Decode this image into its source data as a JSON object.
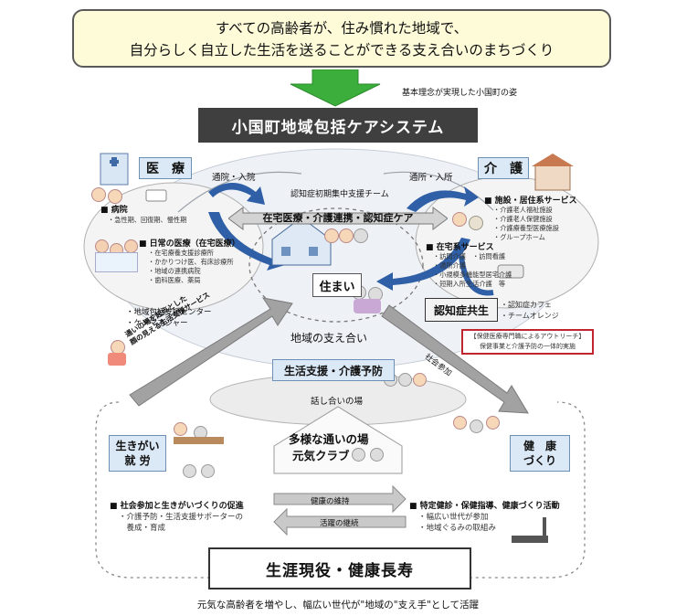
{
  "banner": {
    "line1": "すべての高齢者が、住み慣れた地域で、",
    "line2": "自分らしく自立した生活を送ることができる支え合いのまちづくり"
  },
  "basic_idea": "基本理念が実現した小国町の姿",
  "system_title": "小国町地域包括ケアシステム",
  "medical": {
    "label": "医　療",
    "hospital_heading": "■ 病院",
    "hospital_items": "・急性期、回復期、慢性期",
    "daily_heading": "■ 日常の医療（在宅医療）",
    "daily_items": [
      "・在宅療養支援診療所",
      "・かかりつけ医、有床診療所",
      "・地域の連携病院",
      "・歯科医療、薬局"
    ]
  },
  "care": {
    "label": "介　護",
    "facility_heading": "■ 施設・居住系サービス",
    "facility_items": [
      "・介護老人福祉施設",
      "・介護老人保健施設",
      "・介護療養型医療施設",
      "・グループホーム"
    ],
    "home_heading": "■ 在宅系サービス",
    "home_items": [
      "・訪問介護　・訪問看護",
      "・通所介護",
      "・小規模多機能型居宅介護",
      "・短期入所生活介護　等"
    ]
  },
  "flows": {
    "visit_hospital": "通院・入院",
    "visit_care": "通所・入所",
    "dementia_team": "認知症初期集中支援チーム",
    "home_linkage": "在宅医療・介護連携・認知症ケア"
  },
  "home": "住まい",
  "dementia": {
    "label": "認知症共生",
    "items": [
      "・認知症カフェ",
      "・チームオレンジ"
    ]
  },
  "outreach": {
    "line1": "【保健医療専門職によるアウトリーチ】",
    "line2": "保健事業と介護予防の一体的実施"
  },
  "center": [
    "・地域包括支援センター",
    "・ケアマネジャー"
  ],
  "community_support": "地域の支え合い",
  "arrow_left_text": "通いの場を起点とした\n顔の見える生活支援サービス",
  "social_participation": "社会参加",
  "life_support": "生活支援・介護予防",
  "discussion": "話し合いの場",
  "ikigai": {
    "label_line1": "生きがい",
    "label_line2": "就 労",
    "heading": "■ 社会参加と生きがいづくりの促進",
    "items": [
      "・介護予防・生活支援サポーターの",
      "　養成・育成"
    ]
  },
  "kayoi": {
    "line1": "多様な通いの場",
    "line2": "元気クラブ"
  },
  "health_maintenance": "健康の維持",
  "activity_continuation": "活躍の継続",
  "health": {
    "label_line1": "健　康",
    "label_line2": "づくり",
    "heading": "■ 特定健診・保健指導、健康づくり活動",
    "items": [
      "・幅広い世代が参加",
      "・地域ぐるみの取組み"
    ]
  },
  "lifetime": "生涯現役・健康長寿",
  "footer": "元気な高齢者を増やし、幅広い世代が\"地域の\"支え手\"として活躍",
  "colors": {
    "banner_bg": "#fdfbd8",
    "title_bg": "#3f3f3f",
    "arrow_green": "#3cae3c",
    "blue_arrow": "#2f5fa6",
    "label_bg": "#dbe8f5",
    "outreach_border": "#c0262d"
  }
}
